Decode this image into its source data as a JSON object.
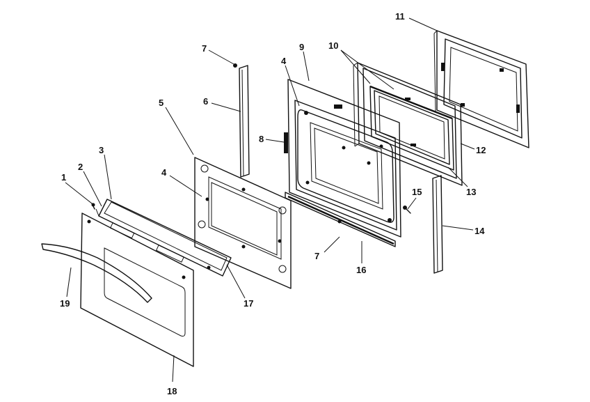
{
  "callouts": {
    "c1": "1",
    "c2": "2",
    "c3": "3",
    "c4a": "4",
    "c4b": "4",
    "c5": "5",
    "c6": "6",
    "c7a": "7",
    "c7b": "7",
    "c8": "8",
    "c9": "9",
    "c10": "10",
    "c11": "11",
    "c12": "12",
    "c13": "13",
    "c14": "14",
    "c15": "15",
    "c16": "16",
    "c17": "17",
    "c18": "18",
    "c19": "19"
  },
  "colors": {
    "ink": "#111111",
    "paper": "#ffffff"
  }
}
